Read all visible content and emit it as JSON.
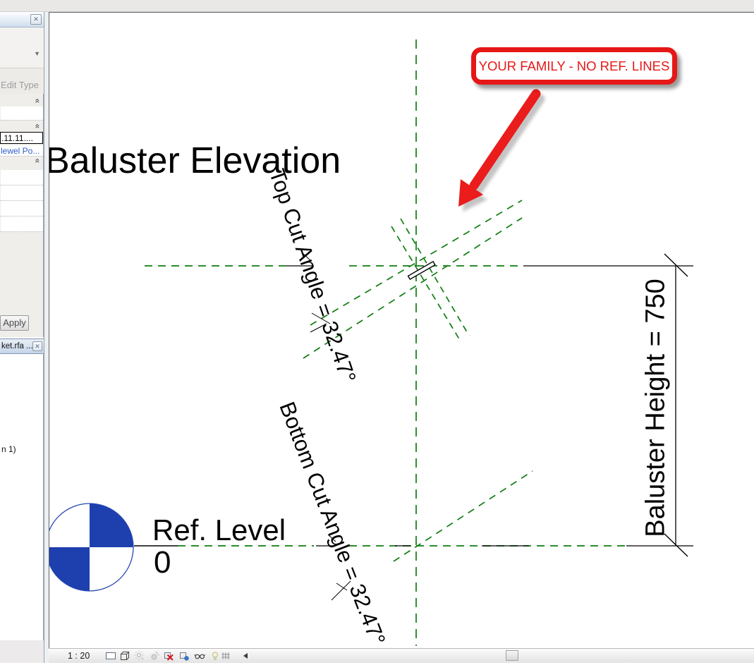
{
  "colors": {
    "reference_line_green": "#0e7d10",
    "annotation_red": "#e61717",
    "level_blue": "#1e3fae"
  },
  "properties_panel": {
    "close_icon": "✕",
    "type_selector_arrow": "▼",
    "edit_type_label": "Edit Type",
    "collapse_chevron": "«",
    "type_value_truncated": ".11.11....",
    "family_value_truncated": "lewel Po...",
    "apply_label": "Apply"
  },
  "family_tab": {
    "title_truncated": "ket.rfa ...",
    "close_icon": "✕",
    "browser_item_truncated": "n 1)"
  },
  "drawing": {
    "view_title": "Baluster Elevation",
    "callout_text": "YOUR FAMILY - NO REF. LINES",
    "top_cut_label": "Top Cut Angle = 32.47°",
    "bottom_cut_label": "Bottom Cut Angle = 32.47°",
    "height_dimension_label": "Baluster Height = 750",
    "level_name": "Ref. Level",
    "level_elevation": "0"
  },
  "view_control_bar": {
    "scale": "1 : 20",
    "icons": [
      {
        "name": "detail-level-icon"
      },
      {
        "name": "visual-style-icon"
      },
      {
        "name": "sun-path-icon"
      },
      {
        "name": "shadows-icon"
      },
      {
        "name": "crop-view-icon"
      },
      {
        "name": "show-crop-region-icon"
      },
      {
        "name": "temporary-hide-isolate-icon"
      },
      {
        "name": "reveal-hidden-elements-icon"
      },
      {
        "name": "analytical-model-icon"
      },
      {
        "name": "scroll-left-arrow"
      }
    ]
  }
}
